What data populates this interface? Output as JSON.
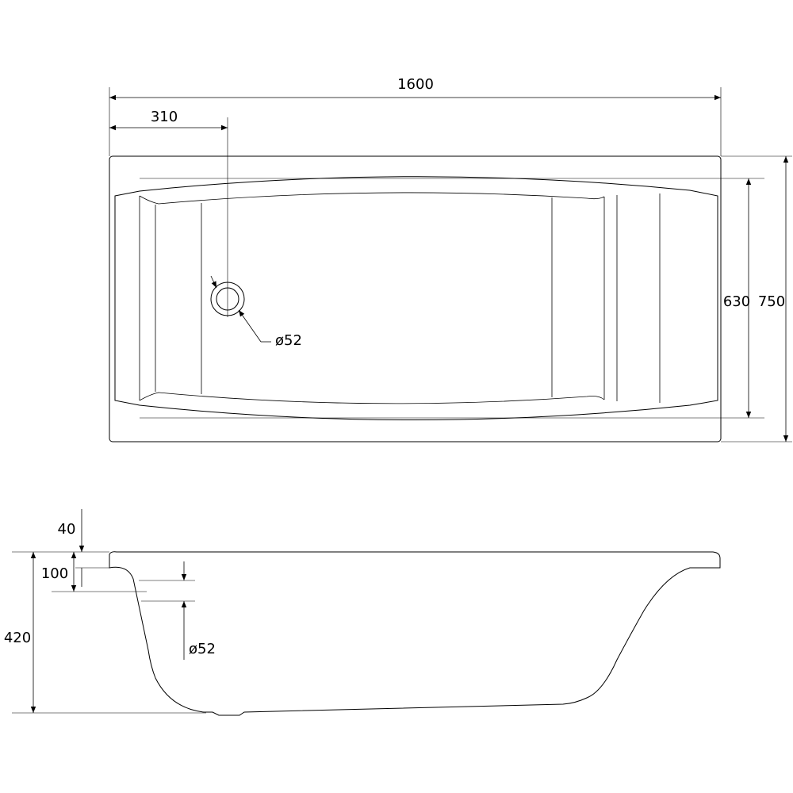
{
  "dimensions": {
    "length": "1600",
    "drain_offset": "310",
    "inner_width": "630",
    "outer_width": "750",
    "drain_diameter_top": "ø52",
    "rim_thickness": "40",
    "overflow_depth": "100",
    "height": "420",
    "drain_diameter_side": "ø52"
  }
}
